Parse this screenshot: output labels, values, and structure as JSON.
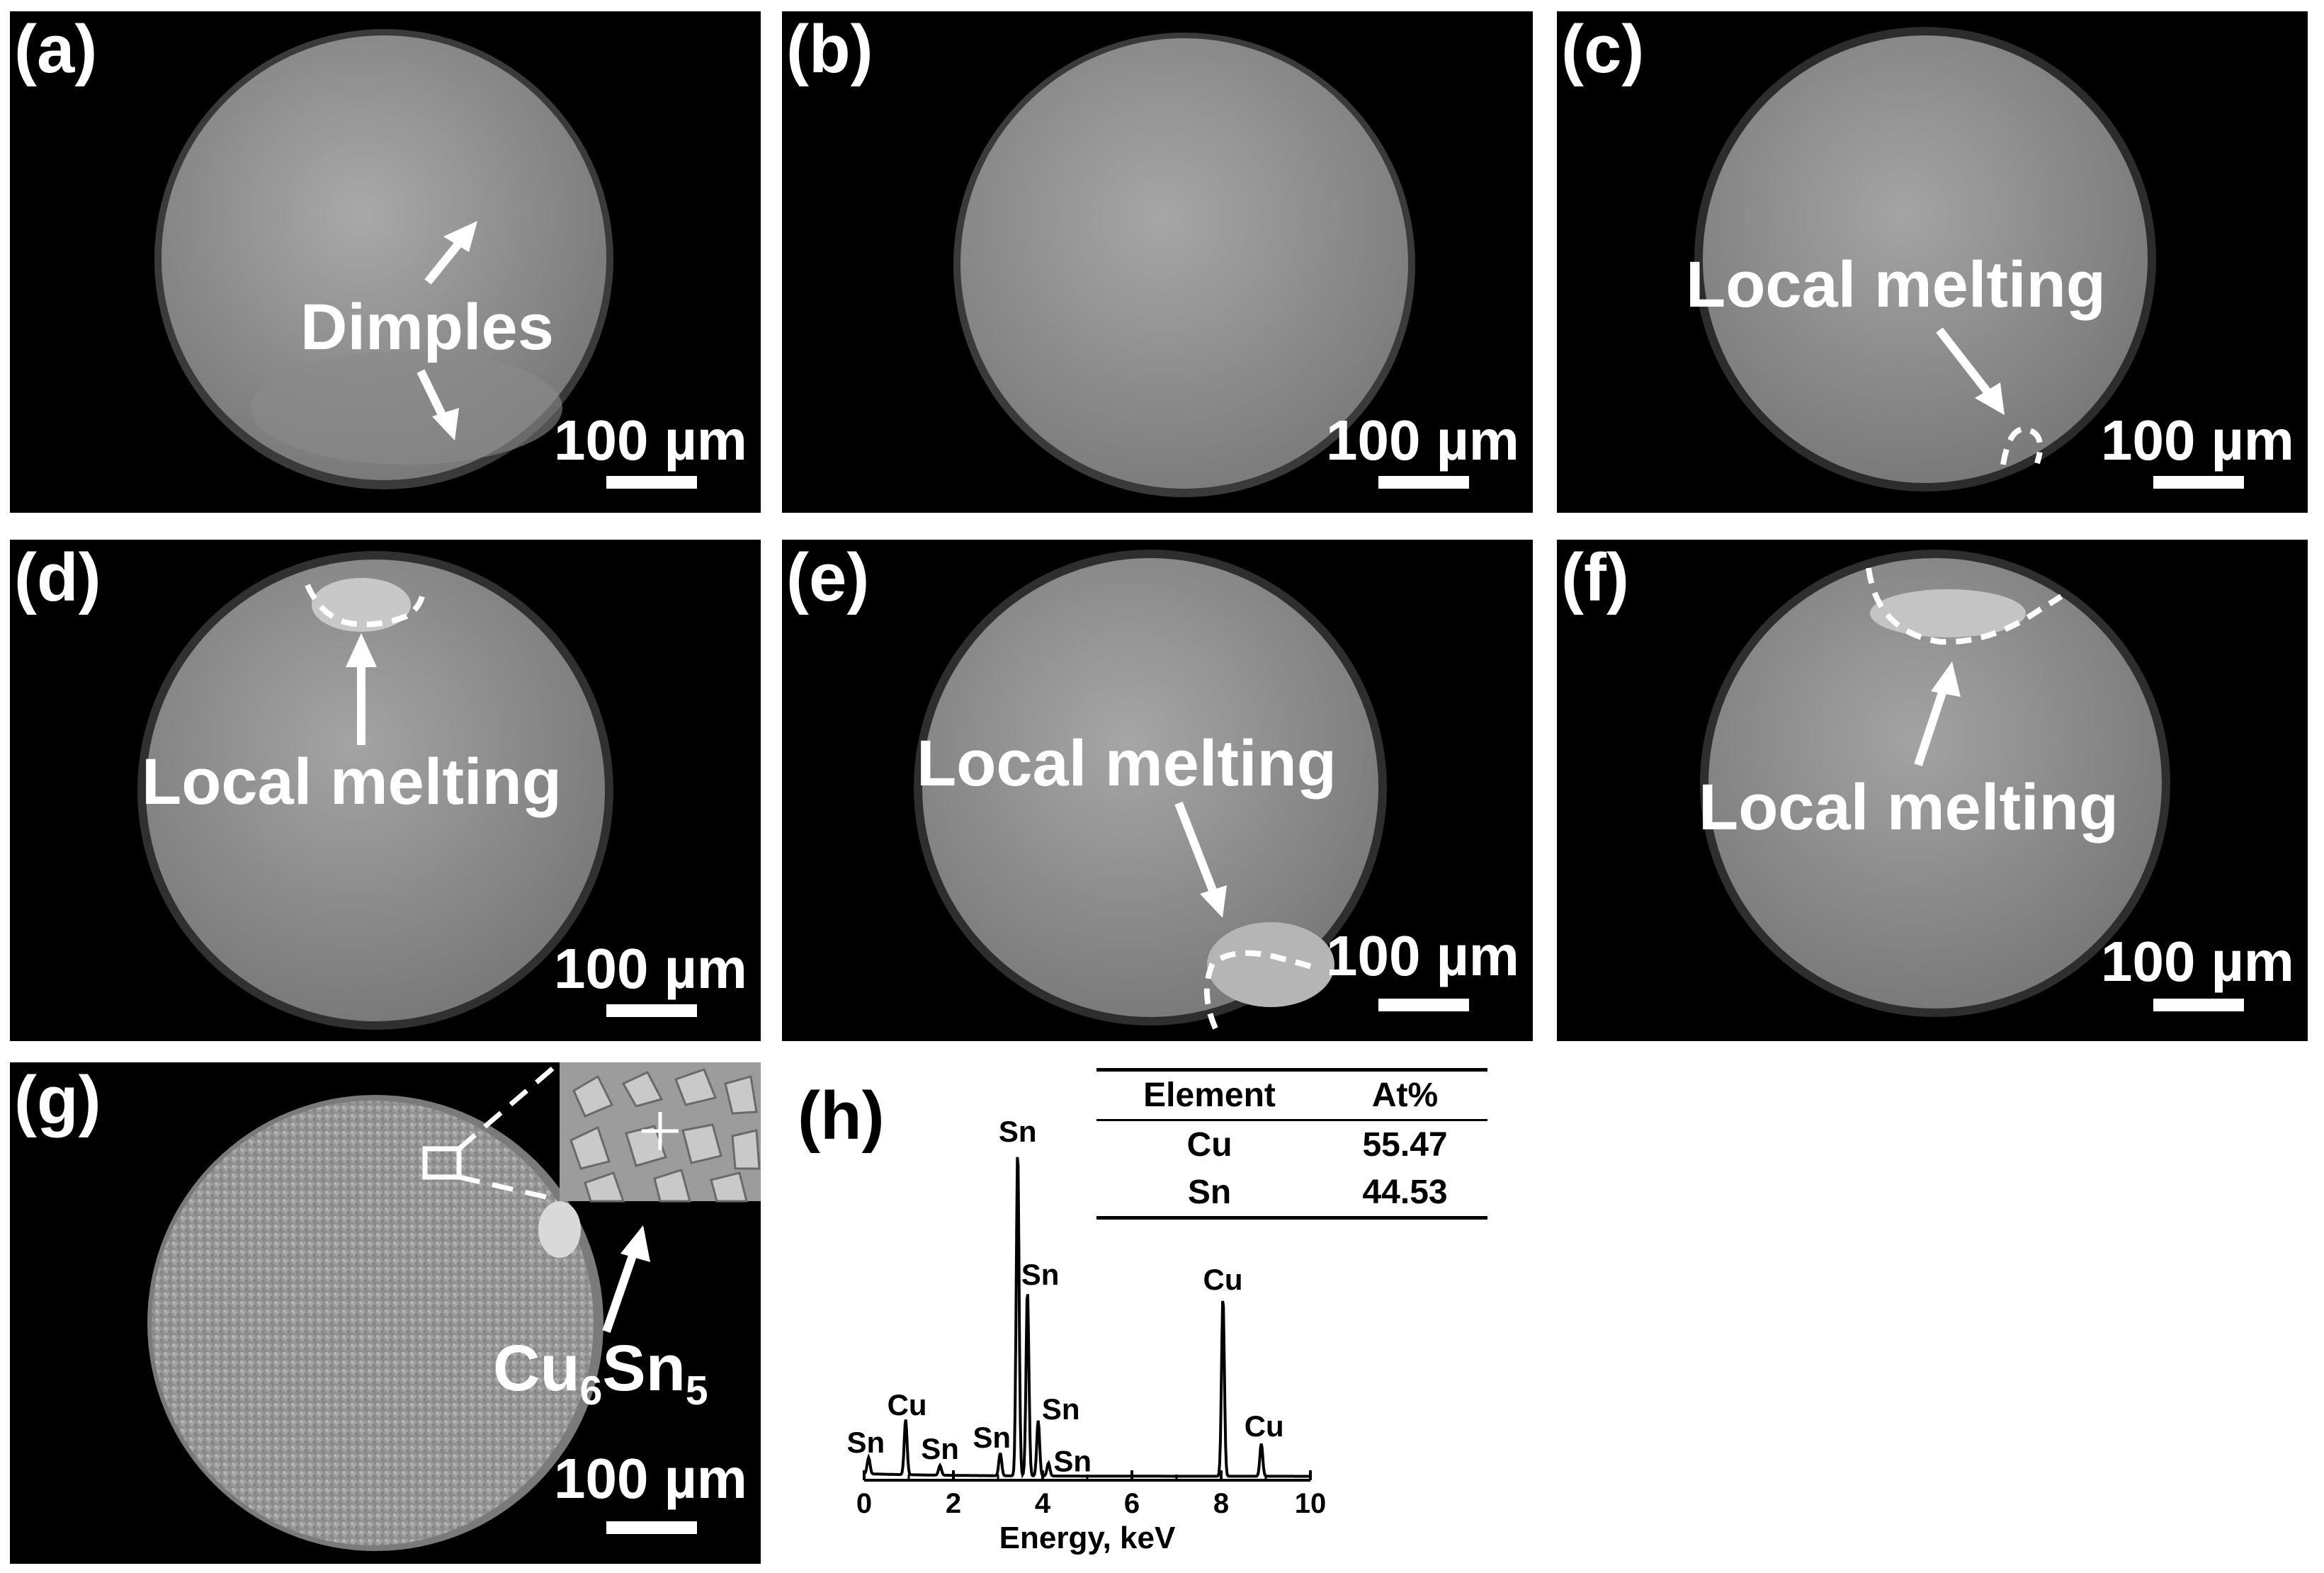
{
  "panels": {
    "a": {
      "label": "(a)",
      "annotation": "Dimples",
      "scale": "100 µm"
    },
    "b": {
      "label": "(b)",
      "scale": "100 µm"
    },
    "c": {
      "label": "(c)",
      "annotation": "Local melting",
      "scale": "100 µm"
    },
    "d": {
      "label": "(d)",
      "annotation": "Local melting",
      "scale": "100 µm"
    },
    "e": {
      "label": "(e)",
      "annotation": "Local melting",
      "scale": "100 µm"
    },
    "f": {
      "label": "(f)",
      "annotation": "Local melting",
      "scale": "100 µm"
    },
    "g": {
      "label": "(g)",
      "annotation_main": "Cu",
      "annotation_sub1": "6",
      "annotation_mid": "Sn",
      "annotation_sub2": "5",
      "scale": "100 µm"
    },
    "h": {
      "label": "(h)"
    }
  },
  "eds_table": {
    "headers": [
      "Element",
      "At%"
    ],
    "rows": [
      {
        "element": "Cu",
        "at": "55.47"
      },
      {
        "element": "Sn",
        "at": "44.53"
      }
    ]
  },
  "chart_data": {
    "type": "line",
    "xlabel": "Energy, keV",
    "xlim": [
      0,
      10
    ],
    "xticks": [
      "0",
      "2",
      "4",
      "6",
      "8",
      "10"
    ],
    "peaks": [
      {
        "label": "Sn",
        "energy": 0.1,
        "intensity": 0.05
      },
      {
        "label": "Cu",
        "energy": 0.93,
        "intensity": 0.17
      },
      {
        "label": "Sn",
        "energy": 1.7,
        "intensity": 0.03
      },
      {
        "label": "Sn",
        "energy": 3.05,
        "intensity": 0.07
      },
      {
        "label": "Sn",
        "energy": 3.44,
        "intensity": 1.0
      },
      {
        "label": "Sn",
        "energy": 3.66,
        "intensity": 0.57
      },
      {
        "label": "Sn",
        "energy": 3.9,
        "intensity": 0.17
      },
      {
        "label": "Sn",
        "energy": 4.13,
        "intensity": 0.04
      },
      {
        "label": "Cu",
        "energy": 8.04,
        "intensity": 0.55
      },
      {
        "label": "Cu",
        "energy": 8.9,
        "intensity": 0.1
      }
    ]
  }
}
